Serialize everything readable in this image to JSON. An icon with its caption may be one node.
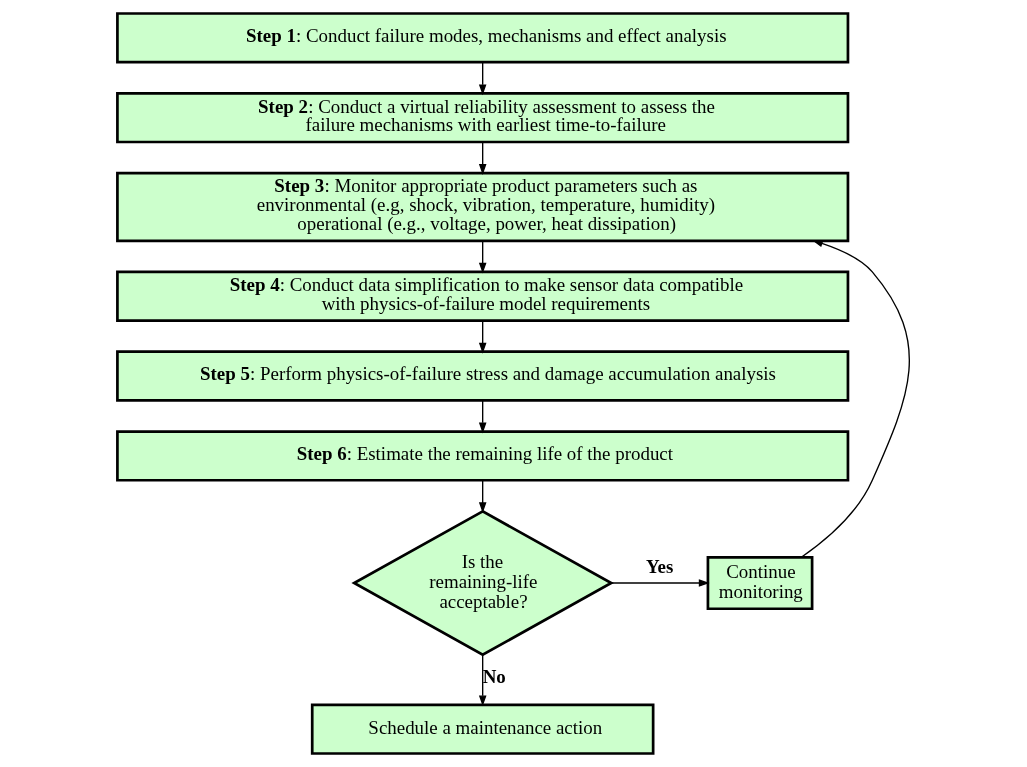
{
  "diagram": {
    "nodes": [
      {
        "text": [
          "**Step 1**: Conduct failure modes, mechanisms and effect analysis"
        ]
      },
      {
        "text": [
          "**Step 2**: Conduct a virtual reliability assessment to assess the failure mechanisms with earliest time-to-failure"
        ]
      },
      {
        "text": [
          "**Step 3**: Monitor appropriate product parameters such as environmental (e.g, shock, vibration, temperature, humidity) operational (e.g., voltage, power, heat dissipation)"
        ]
      },
      {
        "text": [
          "**Step 4**: Conduct data simplification to make sensor data compatible with physics-of-failure model requirements"
        ]
      },
      {
        "text": [
          "**Step 5**: Perform physics-of-failure stress and damage accumulation analysis"
        ]
      },
      {
        "text": [
          "**Step 6**: Estimate the remaining life of the product"
        ]
      },
      {
        "text": [
          "Is the remaining-life acceptable?"
        ]
      },
      {
        "text": [
          "Continue monitoring"
        ]
      },
      {
        "text": [
          "Schedule a maintenance action"
        ]
      }
    ],
    "edges": [
      {
        "from": 0,
        "to": 1,
        "arrow": "to"
      },
      {
        "from": 1,
        "to": 2,
        "arrow": "to"
      },
      {
        "from": 2,
        "to": 3,
        "arrow": "to"
      },
      {
        "from": 3,
        "to": 4,
        "arrow": "to"
      },
      {
        "from": 4,
        "to": 5,
        "arrow": "to"
      },
      {
        "from": 5,
        "to": 6,
        "arrow": "to"
      },
      {
        "from": 6,
        "to": 7,
        "arrow": "to",
        "label": "Yes"
      },
      {
        "from": 6,
        "to": 8,
        "arrow": "to",
        "label": "No"
      },
      {
        "from": 7,
        "to": 2,
        "arrow": "to"
      }
    ]
  }
}
